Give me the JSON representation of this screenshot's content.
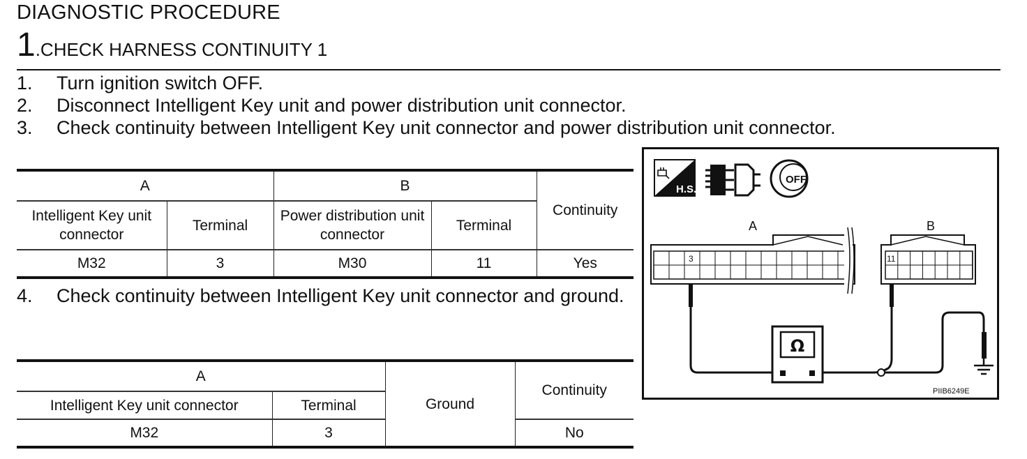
{
  "header": {
    "section_title": "DIAGNOSTIC PROCEDURE",
    "step_number": "1",
    "step_title": ".CHECK HARNESS CONTINUITY 1"
  },
  "instructions": [
    {
      "n": "1.",
      "text": "Turn ignition switch OFF."
    },
    {
      "n": "2.",
      "text": "Disconnect Intelligent Key unit and power distribution unit connector."
    },
    {
      "n": "3.",
      "text": "Check continuity between Intelligent Key unit connector and power distribution unit connector."
    }
  ],
  "instruction4": {
    "n": "4.",
    "text": "Check continuity between Intelligent Key unit connector and ground."
  },
  "table1": {
    "group_a": "A",
    "group_b": "B",
    "col_a_connector": "Intelligent Key unit connector",
    "col_a_terminal": "Terminal",
    "col_b_connector": "Power distribution unit connector",
    "col_b_terminal": "Terminal",
    "col_continuity": "Continuity",
    "row": {
      "a_connector": "M32",
      "a_terminal": "3",
      "b_connector": "M30",
      "b_terminal": "11",
      "continuity": "Yes"
    }
  },
  "table2": {
    "group_a": "A",
    "col_a_connector": "Intelligent Key unit connector",
    "col_a_terminal": "Terminal",
    "col_ground": "Ground",
    "col_continuity": "Continuity",
    "row": {
      "a_connector": "M32",
      "a_terminal": "3",
      "continuity": "No"
    }
  },
  "diagram": {
    "label_a": "A",
    "label_b": "B",
    "pin_a": "3",
    "pin_b": "11",
    "meter_symbol": "Ω",
    "badge_hs": "H.S.",
    "badge_off": "OFF",
    "figure_id": "PIIB6249E",
    "icons": [
      "harness-side-icon",
      "disconnect-connector-icon",
      "ignition-off-icon",
      "ohmmeter-icon",
      "ground-icon"
    ]
  }
}
